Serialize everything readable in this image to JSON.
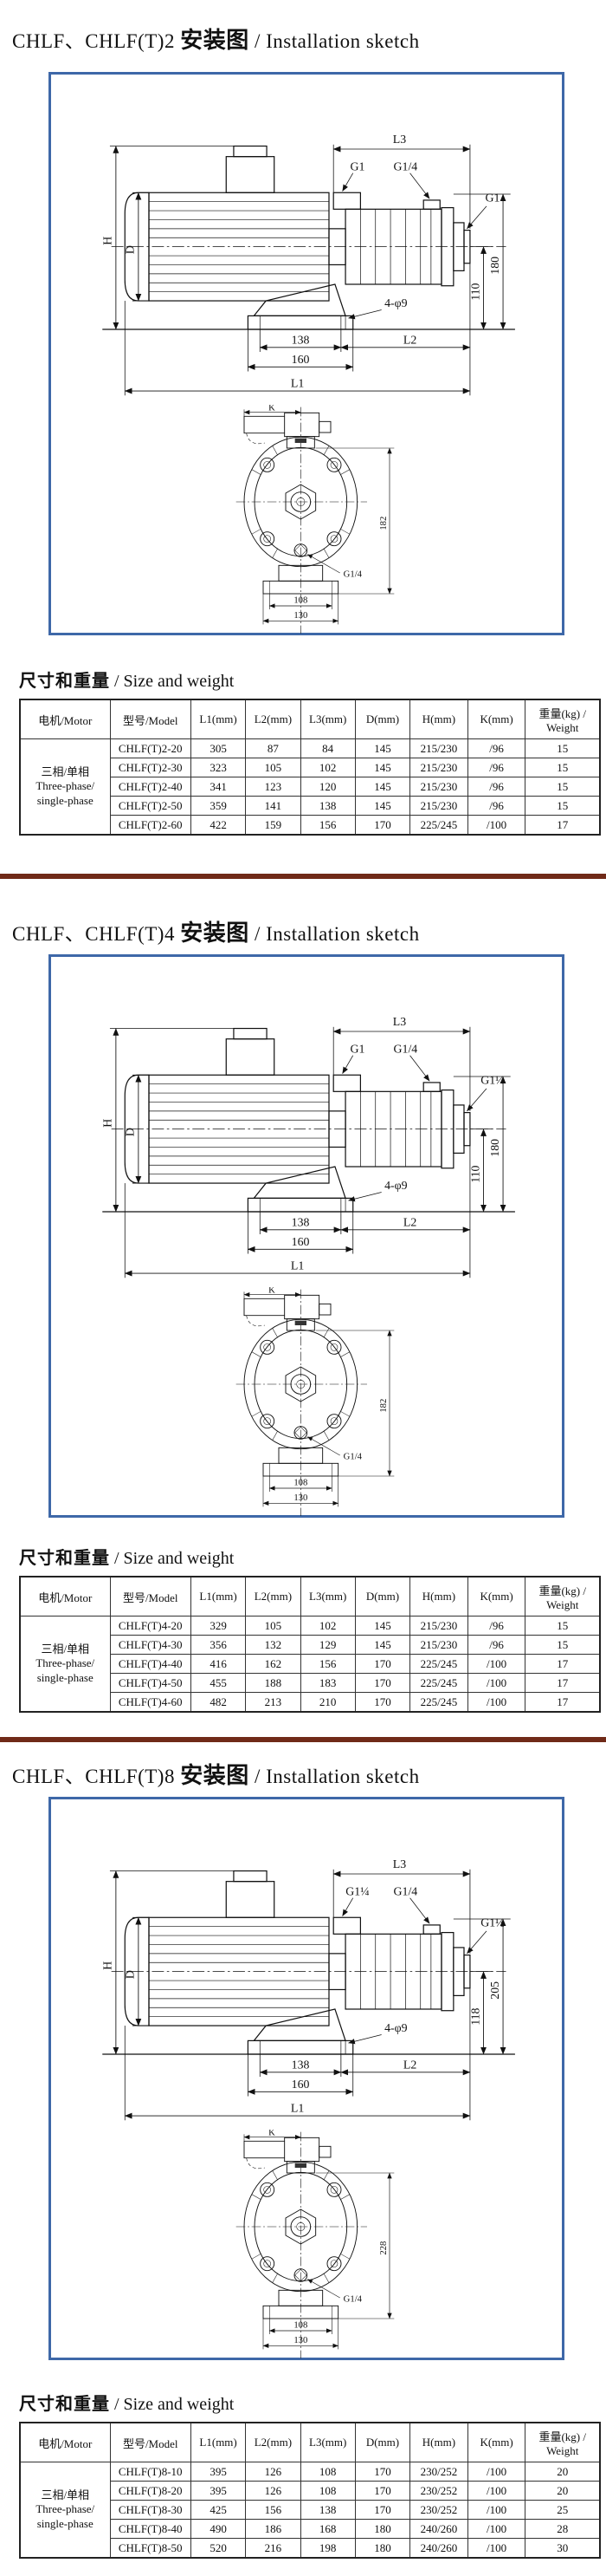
{
  "colors": {
    "box_border": "#3e68a8",
    "divider": "#702a18",
    "line": "#111111"
  },
  "sections": [
    {
      "title": {
        "prefix": "CHLF、CHLF(T)2 ",
        "bold": "安装图",
        "suffix": " / Installation sketch"
      },
      "size_heading": {
        "cn": "尺寸和重量",
        "en": " / Size and weight"
      },
      "side": {
        "labels": {
          "h": "H",
          "d": "D",
          "l3": "L3",
          "top_port": "G1",
          "top_small_port": "G1/4",
          "outlet": "G1",
          "total_height": "180",
          "axis_height": "110",
          "holes": "4-φ9",
          "base_inner": "138",
          "base_outer": "160",
          "l2": "L2",
          "l1": "L1"
        }
      },
      "front": {
        "labels": {
          "k": "K",
          "height": "182",
          "port": "G1/4",
          "base_inner": "108",
          "base_outer": "130"
        }
      },
      "table": {
        "headers": [
          "电机/Motor",
          "型号/Model",
          "L1(mm)",
          "L2(mm)",
          "L3(mm)",
          "D(mm)",
          "H(mm)",
          "K(mm)",
          "重量(kg) / Weight"
        ],
        "motor_lines": [
          "三相/单相",
          "Three-phase/",
          "single-phase"
        ],
        "rows": [
          [
            "CHLF(T)2-20",
            "305",
            "87",
            "84",
            "145",
            "215/230",
            "/96",
            "15"
          ],
          [
            "CHLF(T)2-30",
            "323",
            "105",
            "102",
            "145",
            "215/230",
            "/96",
            "15"
          ],
          [
            "CHLF(T)2-40",
            "341",
            "123",
            "120",
            "145",
            "215/230",
            "/96",
            "15"
          ],
          [
            "CHLF(T)2-50",
            "359",
            "141",
            "138",
            "145",
            "215/230",
            "/96",
            "15"
          ],
          [
            "CHLF(T)2-60",
            "422",
            "159",
            "156",
            "170",
            "225/245",
            "/100",
            "17"
          ]
        ]
      }
    },
    {
      "title": {
        "prefix": "CHLF、CHLF(T)4 ",
        "bold": "安装图",
        "suffix": " / Installation sketch"
      },
      "size_heading": {
        "cn": "尺寸和重量",
        "en": " / Size and weight"
      },
      "side": {
        "labels": {
          "h": "H",
          "d": "D",
          "l3": "L3",
          "top_port": "G1",
          "top_small_port": "G1/4",
          "outlet": "G1¼",
          "total_height": "180",
          "axis_height": "110",
          "holes": "4-φ9",
          "base_inner": "138",
          "base_outer": "160",
          "l2": "L2",
          "l1": "L1"
        }
      },
      "front": {
        "labels": {
          "k": "K",
          "height": "182",
          "port": "G1/4",
          "base_inner": "108",
          "base_outer": "130"
        }
      },
      "table": {
        "headers": [
          "电机/Motor",
          "型号/Model",
          "L1(mm)",
          "L2(mm)",
          "L3(mm)",
          "D(mm)",
          "H(mm)",
          "K(mm)",
          "重量(kg) / Weight"
        ],
        "motor_lines": [
          "三相/单相",
          "Three-phase/",
          "single-phase"
        ],
        "rows": [
          [
            "CHLF(T)4-20",
            "329",
            "105",
            "102",
            "145",
            "215/230",
            "/96",
            "15"
          ],
          [
            "CHLF(T)4-30",
            "356",
            "132",
            "129",
            "145",
            "215/230",
            "/96",
            "15"
          ],
          [
            "CHLF(T)4-40",
            "416",
            "162",
            "156",
            "170",
            "225/245",
            "/100",
            "17"
          ],
          [
            "CHLF(T)4-50",
            "455",
            "188",
            "183",
            "170",
            "225/245",
            "/100",
            "17"
          ],
          [
            "CHLF(T)4-60",
            "482",
            "213",
            "210",
            "170",
            "225/245",
            "/100",
            "17"
          ]
        ]
      }
    },
    {
      "title": {
        "prefix": "CHLF、CHLF(T)8 ",
        "bold": "安装图",
        "suffix": " / Installation sketch"
      },
      "size_heading": {
        "cn": "尺寸和重量",
        "en": " / Size and weight"
      },
      "side": {
        "labels": {
          "h": "H",
          "d": "D",
          "l3": "L3",
          "top_port": "G1¼",
          "top_small_port": "G1/4",
          "outlet": "G1½",
          "total_height": "205",
          "axis_height": "118",
          "holes": "4-φ9",
          "base_inner": "138",
          "base_outer": "160",
          "l2": "L2",
          "l1": "L1"
        }
      },
      "front": {
        "labels": {
          "k": "K",
          "height": "228",
          "port": "G1/4",
          "base_inner": "108",
          "base_outer": "130"
        }
      },
      "table": {
        "headers": [
          "电机/Motor",
          "型号/Model",
          "L1(mm)",
          "L2(mm)",
          "L3(mm)",
          "D(mm)",
          "H(mm)",
          "K(mm)",
          "重量(kg) / Weight"
        ],
        "motor_lines": [
          "三相/单相",
          "Three-phase/",
          "single-phase"
        ],
        "rows": [
          [
            "CHLF(T)8-10",
            "395",
            "126",
            "108",
            "170",
            "230/252",
            "/100",
            "20"
          ],
          [
            "CHLF(T)8-20",
            "395",
            "126",
            "108",
            "170",
            "230/252",
            "/100",
            "20"
          ],
          [
            "CHLF(T)8-30",
            "425",
            "156",
            "138",
            "170",
            "230/252",
            "/100",
            "25"
          ],
          [
            "CHLF(T)8-40",
            "490",
            "186",
            "168",
            "180",
            "240/260",
            "/100",
            "28"
          ],
          [
            "CHLF(T)8-50",
            "520",
            "216",
            "198",
            "180",
            "240/260",
            "/100",
            "30"
          ]
        ]
      }
    }
  ]
}
